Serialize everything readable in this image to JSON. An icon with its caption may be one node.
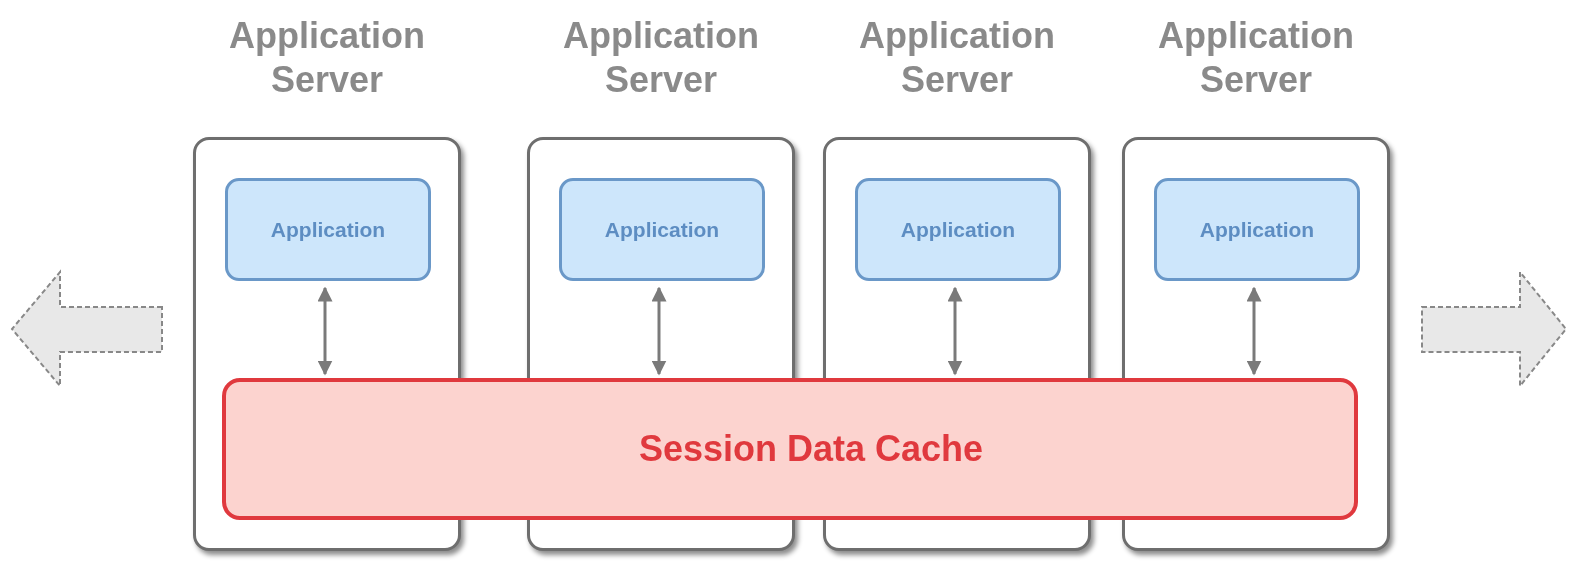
{
  "diagram": {
    "nodes": [
      {
        "text": [
          "Application Server"
        ]
      },
      {
        "text": [
          "Application"
        ],
        "in": 0
      },
      {
        "text": [
          "Application Server"
        ]
      },
      {
        "text": [
          "Application"
        ],
        "in": 2
      },
      {
        "text": [
          "Application Server"
        ]
      },
      {
        "text": [
          "Application"
        ],
        "in": 4
      },
      {
        "text": [
          "Application Server"
        ]
      },
      {
        "text": [
          "Application"
        ],
        "in": 6
      },
      {
        "text": [
          "Session Data Cache"
        ]
      }
    ],
    "edges": [
      {
        "from": 1,
        "to": 8,
        "arrow": "both"
      },
      {
        "from": 3,
        "to": 8,
        "arrow": "both"
      },
      {
        "from": 5,
        "to": 8,
        "arrow": "both"
      },
      {
        "from": 7,
        "to": 8,
        "arrow": "both"
      }
    ]
  }
}
